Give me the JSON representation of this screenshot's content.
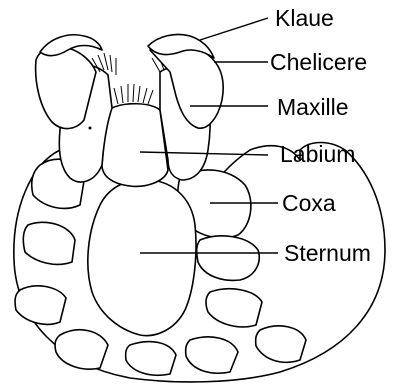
{
  "diagram": {
    "labels": {
      "klaue": "Klaue",
      "chelicere": "Chelicere",
      "maxille": "Maxille",
      "labium": "Labium",
      "coxa": "Coxa",
      "sternum": "Sternum"
    },
    "colors": {
      "stroke": "#000000",
      "fill": "#ffffff"
    }
  }
}
